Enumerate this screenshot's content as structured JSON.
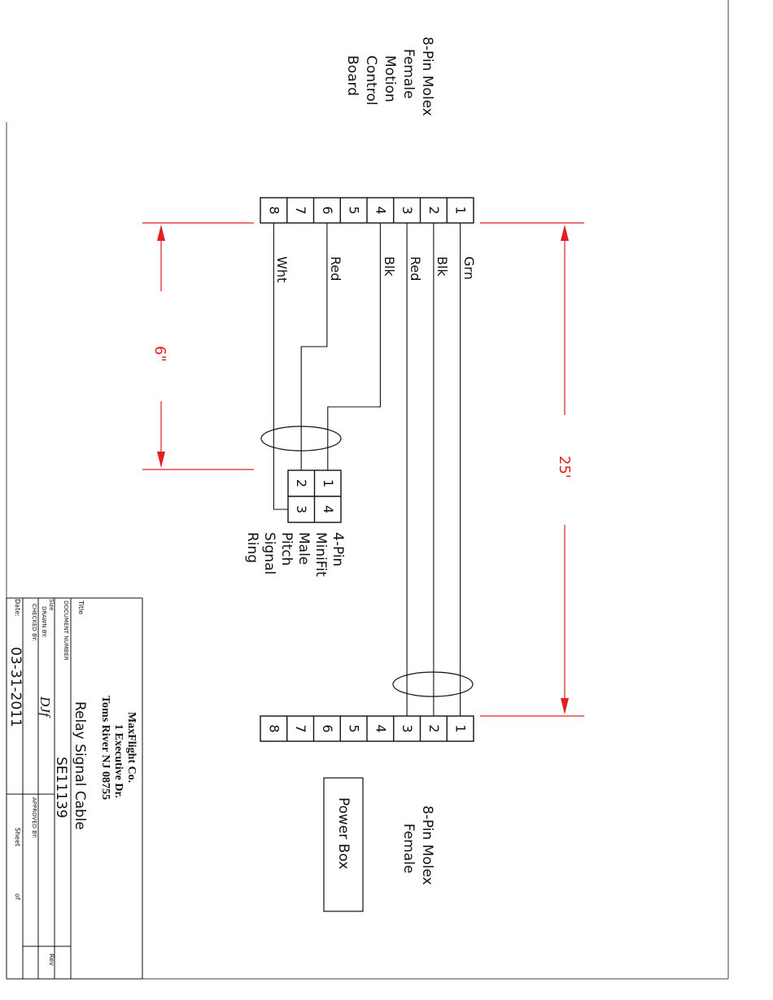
{
  "connectors": {
    "left": {
      "label_lines": [
        "8-Pin Molex",
        "Female",
        "Motion",
        "Control",
        "Board"
      ],
      "pins": [
        "1",
        "2",
        "3",
        "4",
        "5",
        "6",
        "7",
        "8"
      ]
    },
    "right": {
      "label_lines": [
        "8-Pin Molex",
        "Female"
      ],
      "pins": [
        "1",
        "2",
        "3",
        "4",
        "5",
        "6",
        "7",
        "8"
      ]
    },
    "mini": {
      "label_lines": [
        "4-Pin",
        "MiniFit",
        "Male",
        "Pitch",
        "Signal",
        "Ring"
      ],
      "pins": [
        "1",
        "2",
        "3",
        "4"
      ]
    }
  },
  "wires": {
    "pin1": "Grn",
    "pin2": "Blk",
    "pin3": "Red",
    "pin4": "Blk",
    "pin6": "Red",
    "pin8": "Wht"
  },
  "dimensions": {
    "short": "6\"",
    "long": "25'"
  },
  "power_box": "Power Box",
  "title_block": {
    "company": "MaxFlight Co.",
    "address1": "1 Executive Dr.",
    "address2": "Toms River NJ 08755",
    "title_label": "Title",
    "title": "Relay Signal Cable",
    "doc_number_label": "DOCUMENT NUMBER",
    "doc_number": "SE11139",
    "size_label": "Size",
    "drawn_by_label": "DRAWN BY:",
    "drawn_by": "DJf",
    "checked_by_label": "CHECKED BY:",
    "approved_by_label": "APPROVED BY:",
    "rev_label": "Rev",
    "date_label": "Date:",
    "date": "03-31-2011",
    "sheet_label": "Sheet",
    "of_label": "of"
  }
}
